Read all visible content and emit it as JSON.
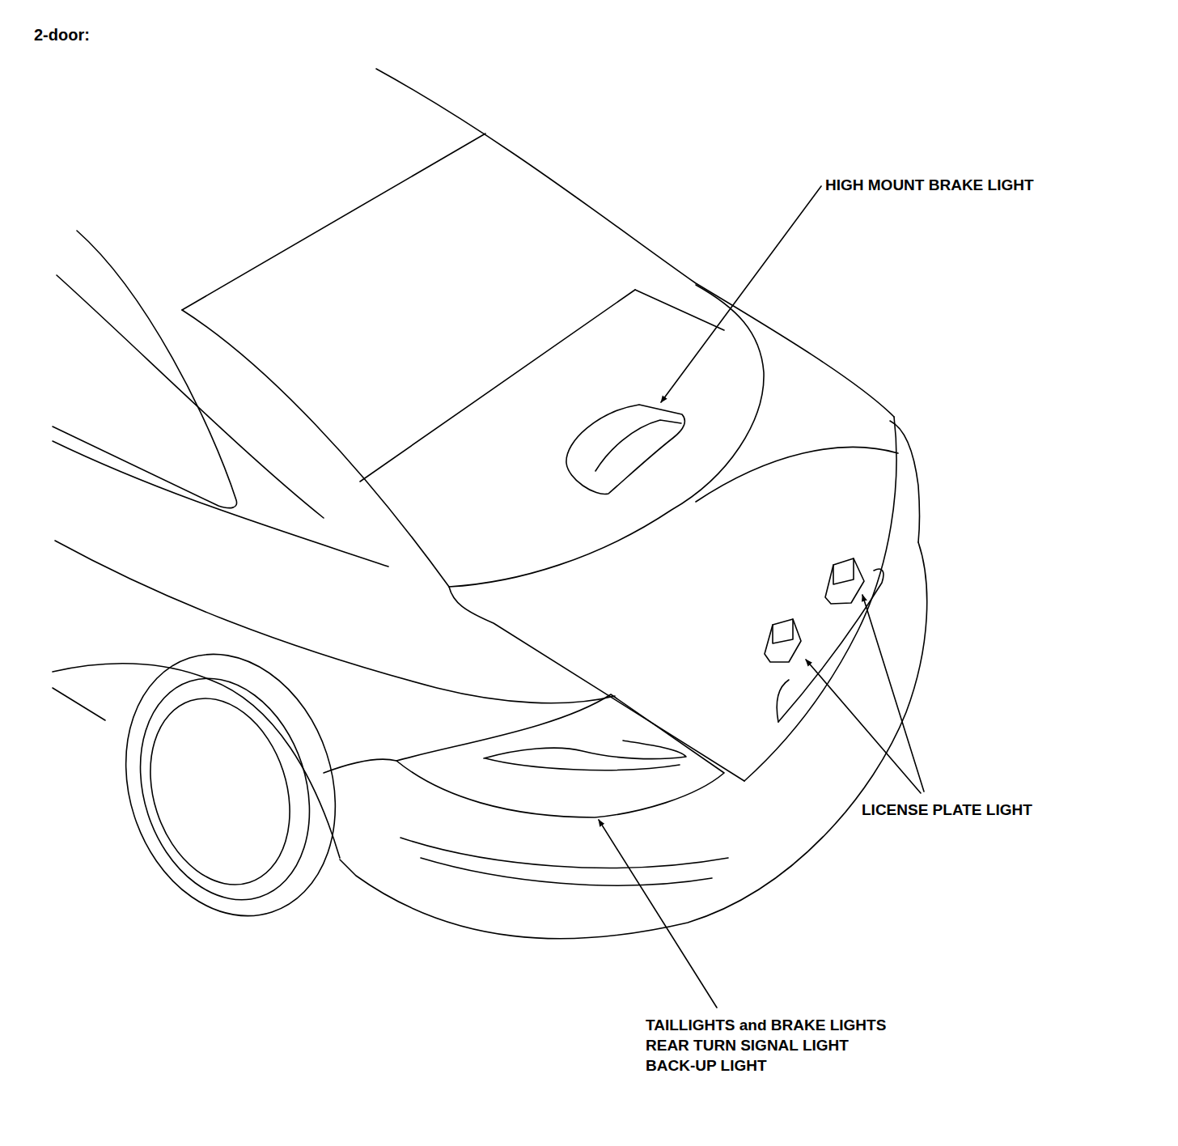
{
  "diagram": {
    "title": "2-door:",
    "labels": [
      "HIGH MOUNT BRAKE LIGHT",
      "LICENSE PLATE LIGHT",
      "TAILLIGHTS and BRAKE LIGHTS",
      "REAR TURN SIGNAL LIGHT",
      "BACK-UP LIGHT"
    ]
  }
}
